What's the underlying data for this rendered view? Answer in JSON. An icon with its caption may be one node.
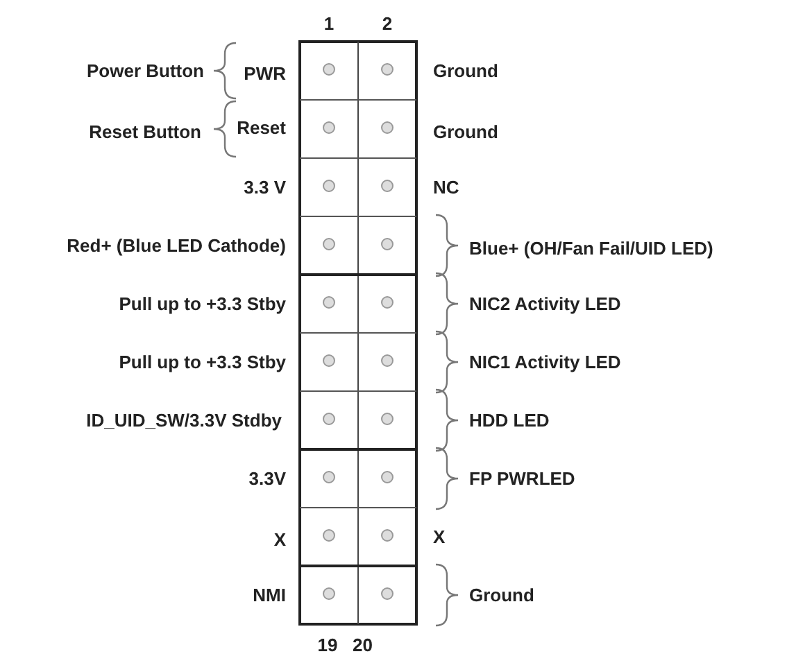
{
  "diagram": {
    "labels": [
      "1",
      "2",
      "Power Button",
      "PWR",
      "Ground",
      "Reset Button",
      "Reset",
      "Ground",
      "3.3 V",
      "NC",
      "Red+ (Blue LED Cathode)",
      "Blue+ (OH/Fan Fail/UID LED)",
      "Pull up to +3.3 Stby",
      "NIC2 Activity LED",
      "Pull up to +3.3 Stby",
      "NIC1 Activity LED",
      "ID_UID_SW/3.3V Stdby",
      "HDD LED",
      "3.3V",
      "FP PWRLED",
      "X",
      "X",
      "NMI",
      "Ground",
      "19",
      "20"
    ]
  }
}
